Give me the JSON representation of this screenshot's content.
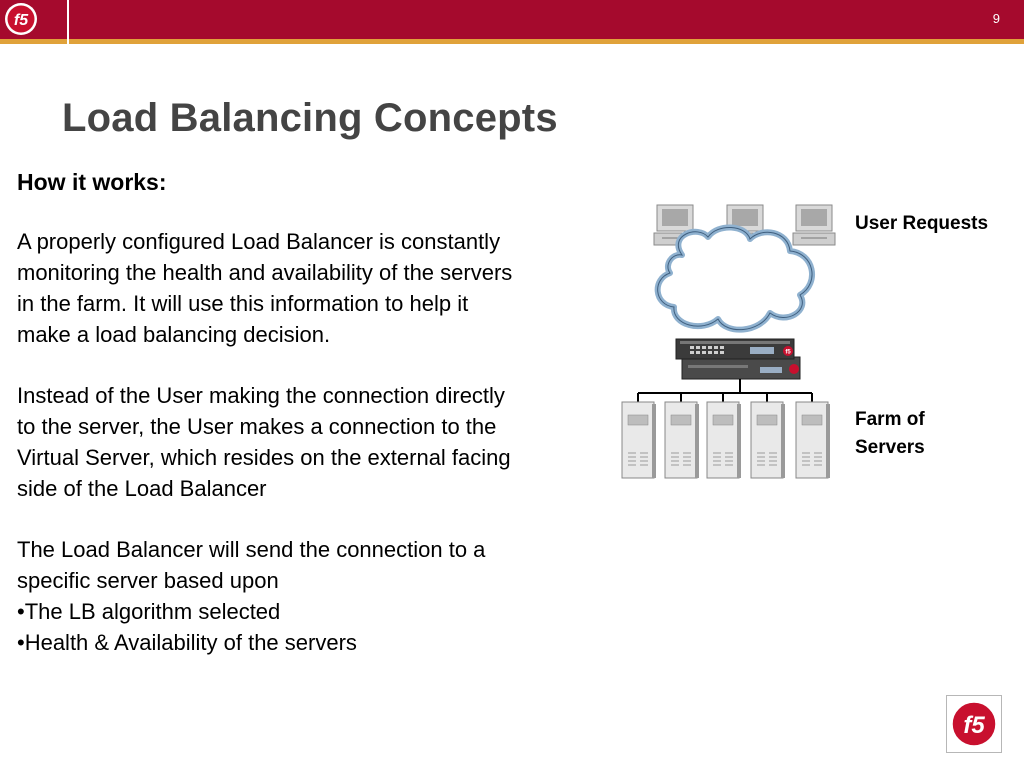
{
  "header": {
    "page_number": "9",
    "logo_text": "f5"
  },
  "slide": {
    "title": "Load Balancing Concepts",
    "section_heading": "How it works:",
    "paragraphs": [
      "A properly configured Load Balancer is constantly monitoring the health and availability of the servers in the farm. It will use this information to help it make a load balancing decision.",
      "Instead of the User making the connection directly to the server, the User makes a connection to the Virtual Server, which resides on the external facing side of the Load Balancer",
      "The Load Balancer will send the connection to a specific server based upon"
    ],
    "bullets": [
      "•The LB algorithm selected",
      "•Health & Availability of the servers"
    ]
  },
  "diagram": {
    "label_user_requests": "User Requests",
    "label_farm_line1": "Farm of",
    "label_farm_line2": "Servers",
    "device_logo": "f5"
  },
  "footer": {
    "logo_text": "f5"
  },
  "colors": {
    "header": "#a50a2d",
    "stripe": "#e0a23a",
    "title": "#444444"
  }
}
